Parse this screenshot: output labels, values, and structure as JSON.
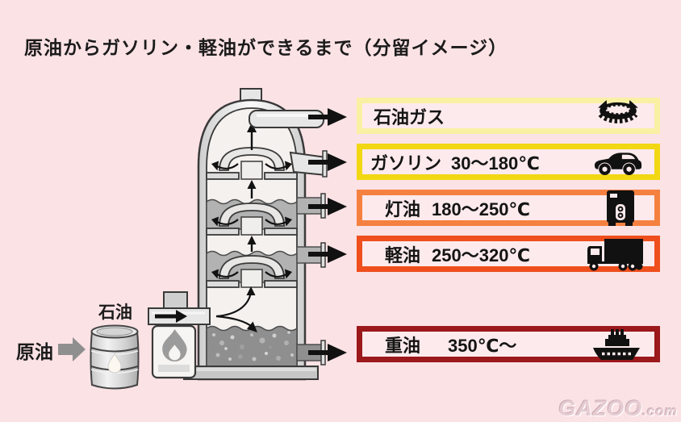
{
  "title": "原油からガソリン・軽油ができるまで（分留イメージ）",
  "feedstock": {
    "source_label": "原油",
    "drum_label": "石油"
  },
  "fractions": [
    {
      "name": "石油ガス",
      "temp": "",
      "border_color": "#faf0a4",
      "icon": "gas-burner-icon"
    },
    {
      "name": "ガソリン",
      "temp": "30～180℃",
      "border_color": "#f2d713",
      "icon": "car-icon"
    },
    {
      "name": "灯油",
      "temp": "180～250℃",
      "border_color": "#f58140",
      "icon": "kerosene-heater-icon"
    },
    {
      "name": "軽油",
      "temp": "250～320℃",
      "border_color": "#ef4f1d",
      "icon": "truck-icon"
    },
    {
      "name": "重油",
      "temp": "350℃～",
      "border_color": "#9b181b",
      "icon": "ship-icon"
    }
  ],
  "watermark": {
    "brand": "GAZOO",
    "suffix": ".com"
  },
  "colors": {
    "background": "#fbe2e5",
    "box_fill": "#fdeaec",
    "arrow_black": "#111111",
    "feed_arrow_gray": "#8f8f8f"
  }
}
